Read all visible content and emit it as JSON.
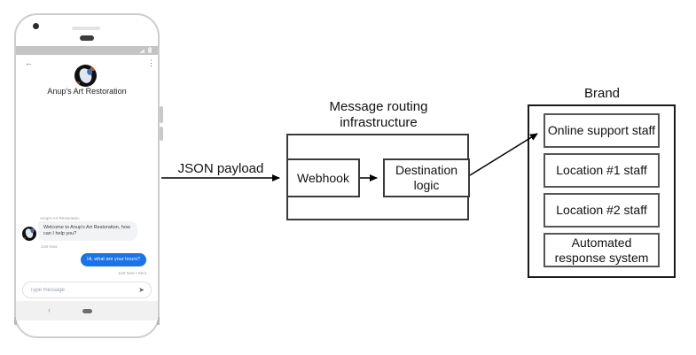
{
  "phone": {
    "header": {
      "title": "Anup's Art Restoration",
      "back_glyph": "←",
      "menu_glyph": "⋮"
    },
    "chat": {
      "sender_label": "Anup's Art Restoration",
      "incoming_message": "Welcome to Anup's Art Restoration, how can I help you?",
      "incoming_time": "Just Now",
      "outgoing_message": "Hi, what are your hours?",
      "outgoing_time": "Just Now • Sent",
      "input_placeholder": "Type message",
      "send_glyph": "➤"
    },
    "nav": {
      "back_glyph": "‹"
    }
  },
  "diagram": {
    "payload_label": "JSON payload",
    "routing": {
      "title": "Message routing infrastructure",
      "webhook": "Webhook",
      "destination": "Destination logic"
    },
    "brand": {
      "title": "Brand",
      "boxes": [
        "Online support staff",
        "Location #1 staff",
        "Location #2 staff",
        "Automated response system"
      ]
    }
  },
  "colors": {
    "outgoing_bubble": "#1a73e8",
    "incoming_bubble": "#f1f3f4",
    "statusbar": "#c4c4c4",
    "diagram_line": "#000000"
  }
}
